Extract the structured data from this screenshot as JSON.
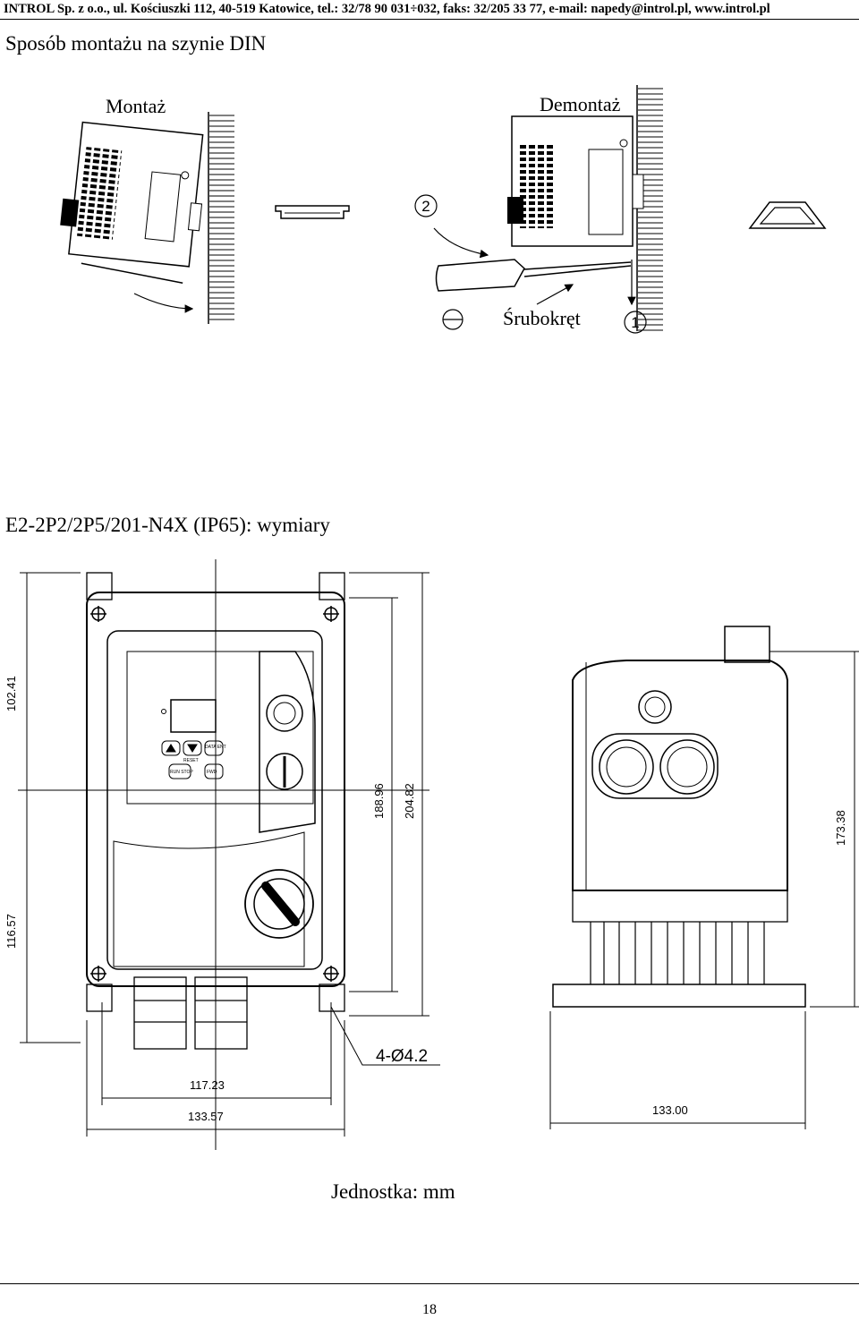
{
  "header": {
    "text": "INTROL Sp. z o.o., ul. Kościuszki 112, 40-519 Katowice, tel.: 32/78 90 031÷032, faks: 32/205 33 77, e-mail: napedy@introl.pl, www.introl.pl"
  },
  "section1": {
    "title": "Sposób montażu na szynie DIN",
    "mount_label": "Montaż",
    "dismount_label": "Demontaż",
    "screwdriver_label": "Śrubokręt",
    "step_1": "1",
    "step_2": "2"
  },
  "section2": {
    "title": "E2-2P2/2P5/201-N4X (IP65): wymiary",
    "dims": {
      "d_102_41": "102.41",
      "d_116_57": "116.57",
      "d_188_96": "188.96",
      "d_204_82": "204.82",
      "d_173_38": "173.38",
      "d_117_23": "117.23",
      "d_133_57": "133.57",
      "d_133_00": "133.00",
      "holes": "4-Ø4.2"
    },
    "keypad": {
      "reset": "RESET",
      "data_ent": "DATA ENT",
      "run_stop": "RUN STOP",
      "up_fwd": "FWD"
    },
    "unit": "Jednostka: mm"
  },
  "footer": {
    "page": "18"
  }
}
